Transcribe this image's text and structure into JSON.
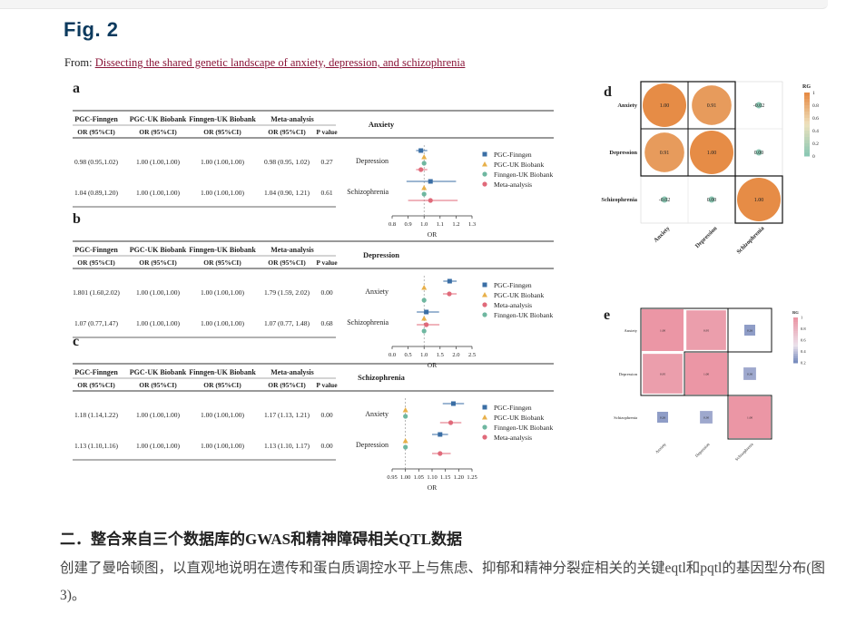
{
  "fig": {
    "title": "Fig. 2",
    "from_prefix": "From: ",
    "from_link": "Dissecting the shared genetic landscape of anxiety, depression, and schizophrenia"
  },
  "panels": {
    "a": {
      "label": "a",
      "cols": [
        "PGC-Finngen",
        "PGC-UK Biobank",
        "Finngen-UK Biobank",
        "Meta-analysis"
      ],
      "subcols": [
        "OR (95%CI)",
        "OR (95%CI)",
        "OR (95%CI)",
        "OR (95%CI)",
        "P value"
      ],
      "outcome": "Anxiety",
      "rows": [
        {
          "cells": [
            "0.98 (0.95,1.02)",
            "1.00 (1.00,1.00)",
            "1.00 (1.00,1.00)",
            "0.98 (0.95, 1.02)",
            "0.27"
          ],
          "name": "Depression"
        },
        {
          "cells": [
            "1.04 (0.89,1.20)",
            "1.00 (1.00,1.00)",
            "1.00 (1.00,1.00)",
            "1.04 (0.90, 1.21)",
            "0.61"
          ],
          "name": "Schizophrenia"
        }
      ],
      "legend": [
        "PGC-Finngen",
        "PGC-UK Biobank",
        "Finngen-UK Biobank",
        "Meta-analysis"
      ],
      "ticks": [
        "0.8",
        "0.9",
        "1.0",
        "1.1",
        "1.2",
        "1.3"
      ],
      "axis": "OR"
    },
    "b": {
      "label": "b",
      "cols": [
        "PGC-Finngen",
        "PGC-UK Biobank",
        "Finngen-UK Biobank",
        "Meta-analysis"
      ],
      "subcols": [
        "OR (95%CI)",
        "OR (95%CI)",
        "OR (95%CI)",
        "OR (95%CI)",
        "P value"
      ],
      "outcome": "Depression",
      "rows": [
        {
          "cells": [
            "1.801 (1.60,2.02)",
            "1.00 (1.00,1.00)",
            "1.00 (1.00,1.00)",
            "1.79 (1.59, 2.02)",
            "0.00"
          ],
          "name": "Anxiety"
        },
        {
          "cells": [
            "1.07 (0.77,1.47)",
            "1.00 (1.00,1.00)",
            "1.00 (1.00,1.00)",
            "1.07 (0.77, 1.48)",
            "0.68"
          ],
          "name": "Schizophrenia"
        }
      ],
      "legend": [
        "PGC-Finngen",
        "PGC-UK Biobank",
        "Meta-analysis",
        "Finngen-UK Biobank"
      ],
      "ticks": [
        "0.0",
        "0.5",
        "1.0",
        "1.5",
        "2.0",
        "2.5"
      ],
      "axis": "OR"
    },
    "c": {
      "label": "c",
      "cols": [
        "PGC-Finngen",
        "PGC-UK Biobank",
        "Finngen-UK Biobank",
        "Meta-analysis"
      ],
      "subcols": [
        "OR (95%CI)",
        "OR (95%CI)",
        "OR (95%CI)",
        "OR (95%CI)",
        "P value"
      ],
      "outcome": "Schizophrenia",
      "rows": [
        {
          "cells": [
            "1.18 (1.14,1.22)",
            "1.00 (1.00,1.00)",
            "1.00 (1.00,1.00)",
            "1.17 (1.13, 1.21)",
            "0.00"
          ],
          "name": "Anxiety"
        },
        {
          "cells": [
            "1.13 (1.10,1.16)",
            "1.00 (1.00,1.00)",
            "1.00 (1.00,1.00)",
            "1.13 (1.10, 1.17)",
            "0.00"
          ],
          "name": "Depression"
        }
      ],
      "legend": [
        "PGC-Finngen",
        "PGC-UK Biobank",
        "Finngen-UK Biobank",
        "Meta-analysis"
      ],
      "ticks": [
        "0.95",
        "1.00",
        "1.05",
        "1.10",
        "1.15",
        "1.20",
        "1.25"
      ],
      "axis": "OR"
    },
    "d": {
      "label": "d",
      "legend_title": "RG",
      "scale_ticks": [
        "1",
        "0.8",
        "0.6",
        "0.4",
        "0.2",
        "0"
      ],
      "labels": [
        "Anxiety",
        "Depression",
        "Schizophrenia"
      ]
    },
    "e": {
      "label": "e",
      "legend_title": "RG",
      "scale_ticks": [
        "1",
        "0.8",
        "0.6",
        "0.4",
        "0.2"
      ],
      "labels": [
        "Anxiety",
        "Depression",
        "Schizophrenia"
      ]
    }
  },
  "chart_data": [
    {
      "type": "scatter",
      "title": "",
      "outcome": "Anxiety",
      "xlabel": "OR",
      "xlim": [
        0.8,
        1.3
      ],
      "categories": [
        "Depression",
        "Schizophrenia"
      ],
      "series": [
        {
          "name": "PGC-Finngen",
          "color": "#3a6ea5",
          "values": [
            [
              0.98,
              0.95,
              1.02
            ],
            [
              1.04,
              0.89,
              1.2
            ]
          ]
        },
        {
          "name": "PGC-UK Biobank",
          "color": "#e8b04a",
          "values": [
            [
              1.0,
              1.0,
              1.0
            ],
            [
              1.0,
              1.0,
              1.0
            ]
          ]
        },
        {
          "name": "Finngen-UK Biobank",
          "color": "#6fb7a0",
          "values": [
            [
              1.0,
              1.0,
              1.0
            ],
            [
              1.0,
              1.0,
              1.0
            ]
          ]
        },
        {
          "name": "Meta-analysis",
          "color": "#e06a7a",
          "values": [
            [
              0.98,
              0.95,
              1.02
            ],
            [
              1.04,
              0.9,
              1.21
            ]
          ]
        }
      ]
    },
    {
      "type": "scatter",
      "title": "",
      "outcome": "Depression",
      "xlabel": "OR",
      "xlim": [
        0.0,
        2.5
      ],
      "categories": [
        "Anxiety",
        "Schizophrenia"
      ],
      "series": [
        {
          "name": "PGC-Finngen",
          "color": "#3a6ea5",
          "values": [
            [
              1.8,
              1.6,
              2.02
            ],
            [
              1.07,
              0.77,
              1.47
            ]
          ]
        },
        {
          "name": "PGC-UK Biobank",
          "color": "#e8b04a",
          "values": [
            [
              1.0,
              1.0,
              1.0
            ],
            [
              1.0,
              1.0,
              1.0
            ]
          ]
        },
        {
          "name": "Meta-analysis",
          "color": "#e06a7a",
          "values": [
            [
              1.79,
              1.59,
              2.02
            ],
            [
              1.07,
              0.77,
              1.48
            ]
          ]
        },
        {
          "name": "Finngen-UK Biobank",
          "color": "#6fb7a0",
          "values": [
            [
              1.0,
              1.0,
              1.0
            ],
            [
              1.0,
              1.0,
              1.0
            ]
          ]
        }
      ]
    },
    {
      "type": "scatter",
      "title": "",
      "outcome": "Schizophrenia",
      "xlabel": "OR",
      "xlim": [
        0.95,
        1.25
      ],
      "categories": [
        "Anxiety",
        "Depression"
      ],
      "series": [
        {
          "name": "PGC-Finngen",
          "color": "#3a6ea5",
          "values": [
            [
              1.18,
              1.14,
              1.22
            ],
            [
              1.13,
              1.1,
              1.16
            ]
          ]
        },
        {
          "name": "PGC-UK Biobank",
          "color": "#e8b04a",
          "values": [
            [
              1.0,
              1.0,
              1.0
            ],
            [
              1.0,
              1.0,
              1.0
            ]
          ]
        },
        {
          "name": "Finngen-UK Biobank",
          "color": "#6fb7a0",
          "values": [
            [
              1.0,
              1.0,
              1.0
            ],
            [
              1.0,
              1.0,
              1.0
            ]
          ]
        },
        {
          "name": "Meta-analysis",
          "color": "#e06a7a",
          "values": [
            [
              1.17,
              1.13,
              1.21
            ],
            [
              1.13,
              1.1,
              1.17
            ]
          ]
        }
      ]
    },
    {
      "type": "heatmap",
      "title": "",
      "legend_title": "RG",
      "labels": [
        "Anxiety",
        "Depression",
        "Schizophrenia"
      ],
      "matrix": [
        [
          1.0,
          0.91,
          -0.02
        ],
        [
          0.91,
          1.0,
          0.0
        ],
        [
          -0.02,
          0.0,
          1.0
        ]
      ],
      "value_labels": [
        [
          "1.00",
          "0.91",
          "-0.02"
        ],
        [
          "0.91",
          "1.00",
          "0.00"
        ],
        [
          "-0.02",
          "0.00",
          "1.00"
        ]
      ],
      "zlim": [
        0,
        1
      ]
    },
    {
      "type": "heatmap",
      "title": "",
      "legend_title": "RG",
      "labels": [
        "Anxiety",
        "Depression",
        "Schizophrenia"
      ],
      "matrix": [
        [
          1.0,
          0.95,
          0.26
        ],
        [
          0.95,
          1.0,
          0.3
        ],
        [
          0.26,
          0.3,
          1.0
        ]
      ],
      "value_labels": [
        [
          "1.00",
          "0.95",
          "0.26"
        ],
        [
          "0.95",
          "1.00",
          "0.30"
        ],
        [
          "0.26",
          "0.30",
          "1.00"
        ]
      ],
      "zlim": [
        0.2,
        1
      ]
    }
  ],
  "article": {
    "heading": "二．整合来自三个数据库的GWAS和精神障碍相关QTL数据",
    "paragraph": "创建了曼哈顿图，以直观地说明在遗传和蛋白质调控水平上与焦虑、抑郁和精神分裂症相关的关键eqtl和pqtl的基因型分布(图3)。"
  }
}
